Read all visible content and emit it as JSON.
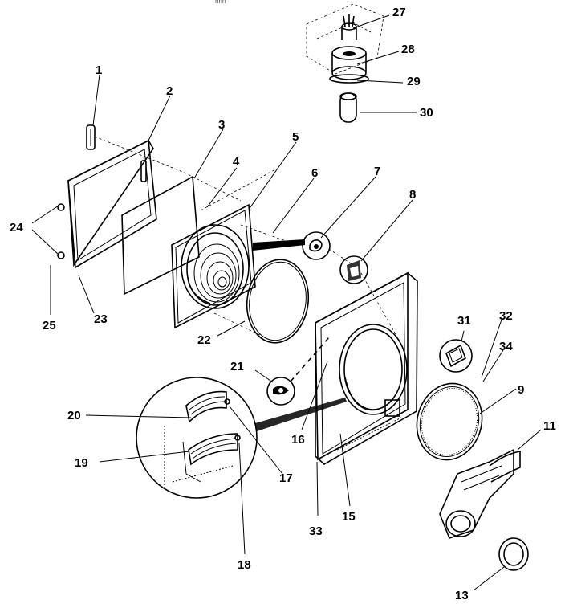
{
  "top_fragment": "nnn",
  "callouts": [
    "1",
    "2",
    "3",
    "4",
    "5",
    "6",
    "7",
    "8",
    "9",
    "11",
    "13",
    "15",
    "16",
    "17",
    "18",
    "19",
    "20",
    "21",
    "22",
    "23",
    "24",
    "25",
    "27",
    "28",
    "29",
    "30",
    "31",
    "32",
    "33",
    "34"
  ]
}
